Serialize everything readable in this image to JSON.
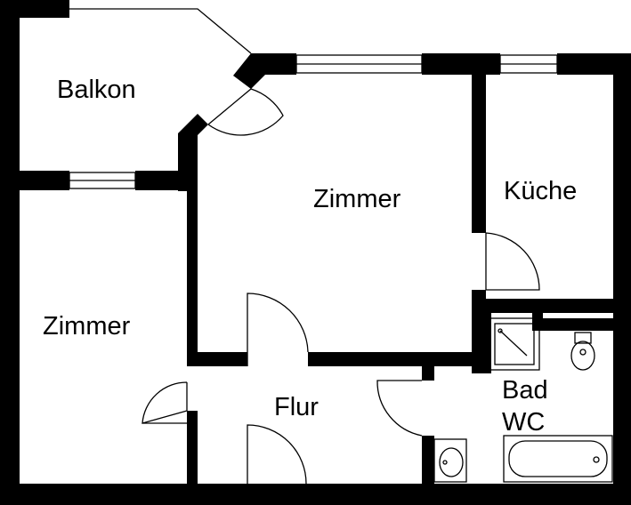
{
  "plan": {
    "rooms": [
      {
        "id": "balkon",
        "label": "Balkon"
      },
      {
        "id": "zimmer-center",
        "label": "Zimmer"
      },
      {
        "id": "kueche",
        "label": "Küche"
      },
      {
        "id": "zimmer-left",
        "label": "Zimmer"
      },
      {
        "id": "flur",
        "label": "Flur"
      },
      {
        "id": "bad-line1",
        "label": "Bad"
      },
      {
        "id": "bad-line2",
        "label": "WC"
      }
    ],
    "colors": {
      "wall": "#000000",
      "background": "#ffffff"
    },
    "icons": [
      "door-swing-icon",
      "window-icon",
      "shower-icon",
      "toilet-icon",
      "sink-icon",
      "bathtub-icon"
    ]
  }
}
